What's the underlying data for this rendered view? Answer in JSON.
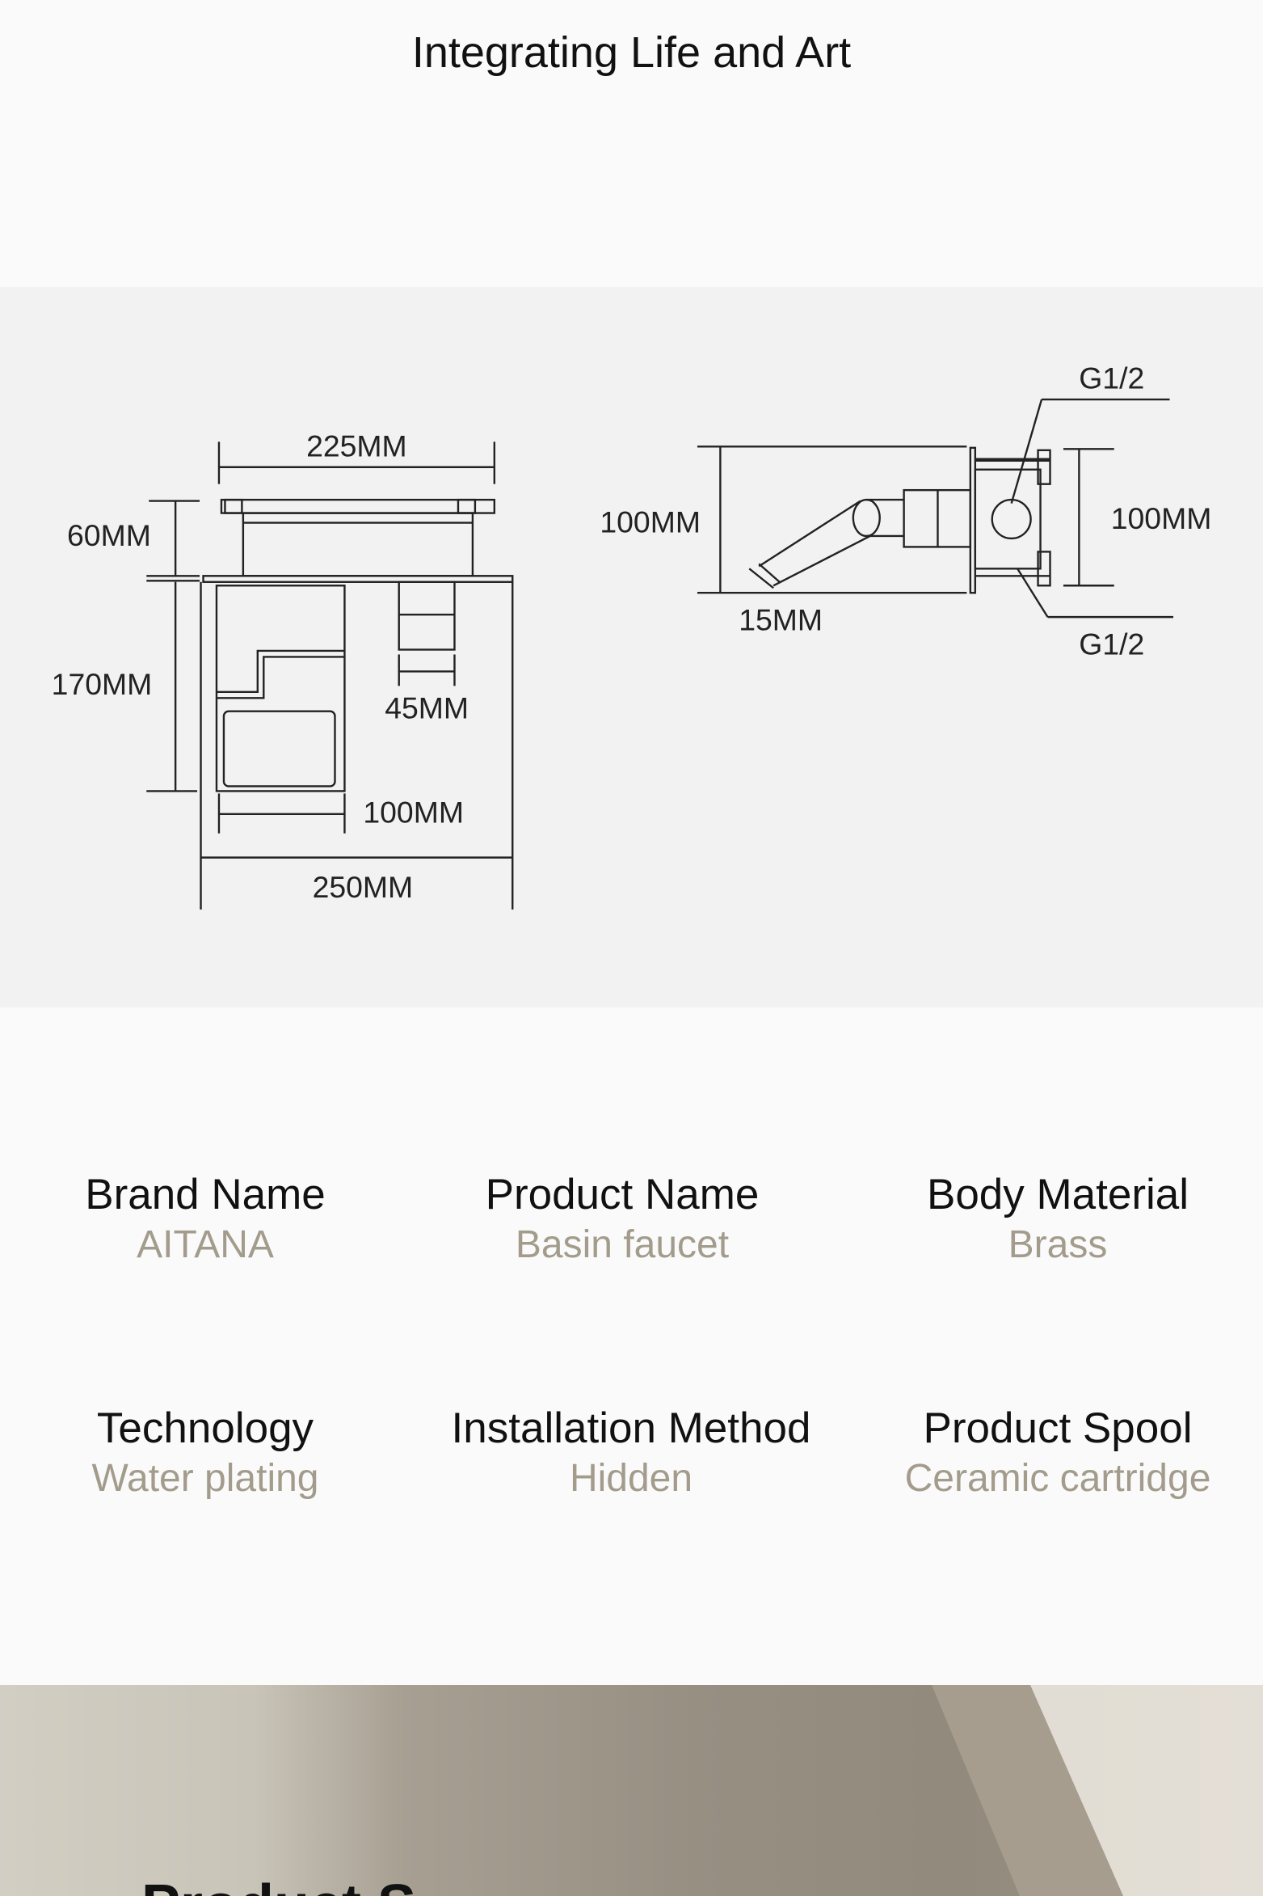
{
  "header": {
    "title": "Integrating Life and Art"
  },
  "diagram": {
    "front": {
      "width_top": "225MM",
      "height_top": "60MM",
      "height_body": "170MM",
      "handle_width": "45MM",
      "inner_width": "100MM",
      "width_base": "250MM"
    },
    "side": {
      "spout_height": "100MM",
      "spout_tip": "15MM",
      "body_height": "100MM",
      "inlet_top": "G1/2",
      "inlet_bottom": "G1/2"
    }
  },
  "specs": [
    {
      "label": "Brand Name",
      "value": "AITANA"
    },
    {
      "label": "Product Name",
      "value": "Basin faucet"
    },
    {
      "label": "Body Material",
      "value": "Brass"
    },
    {
      "label": "Technology",
      "value": "Water plating"
    },
    {
      "label": "Installation Method",
      "value": "Hidden"
    },
    {
      "label": "Product Spool",
      "value": "Ceramic cartridge"
    }
  ],
  "scene": {
    "heading": "Product S"
  }
}
